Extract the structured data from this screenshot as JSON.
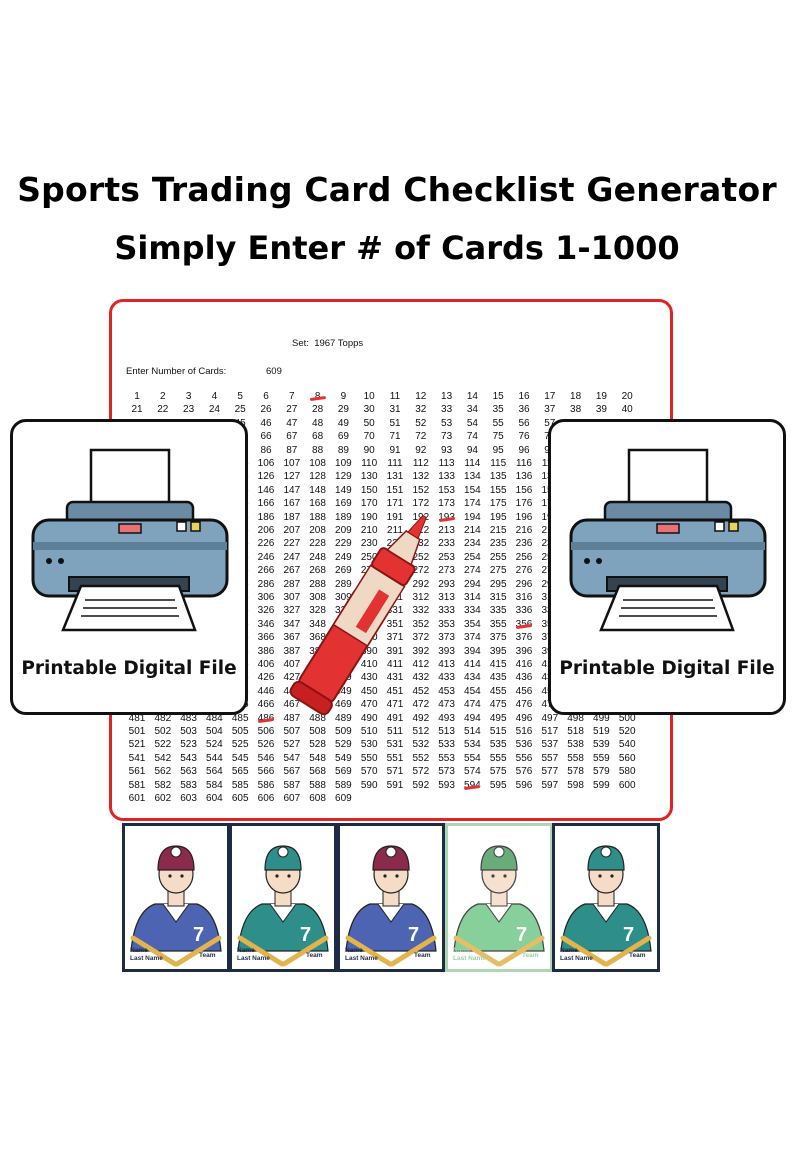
{
  "headline": {
    "line1": "Sports Trading Card Checklist Generator",
    "line2": "Simply Enter # of Cards 1-1000"
  },
  "checklist": {
    "set_label": "Set:",
    "set_name": "1967 Topps",
    "enter_label": "Enter Number of Cards:",
    "enter_value": "609",
    "total_cards": 609,
    "checked_cards": [
      8,
      193,
      356,
      486,
      594
    ]
  },
  "panels": {
    "left_label": "Printable Digital File",
    "right_label": "Printable Digital File"
  },
  "cards": [
    {
      "jersey": "7",
      "name": "Name",
      "last_name": "Last Name",
      "team": "Team",
      "color": "#4d64b3",
      "accent": "#8b2a4a"
    },
    {
      "jersey": "7",
      "name": "Name",
      "last_name": "Last Name",
      "team": "Team",
      "color": "#2e8f8a",
      "accent": "#2e8f8a"
    },
    {
      "jersey": "7",
      "name": "Name",
      "last_name": "Last Name",
      "team": "Team",
      "color": "#4d64b3",
      "accent": "#8b2a4a"
    },
    {
      "jersey": "7",
      "name": "Name",
      "last_name": "Last Name",
      "team": "Team",
      "color": "#73c78a",
      "accent": "#4f9e63"
    },
    {
      "jersey": "7",
      "name": "Name",
      "last_name": "Last Name",
      "team": "Team",
      "color": "#2e8f8a",
      "accent": "#2e8f8a"
    }
  ],
  "colors": {
    "frame_red": "#e02424",
    "printer_body": "#7fa3bd",
    "marker_red": "#e23232"
  }
}
